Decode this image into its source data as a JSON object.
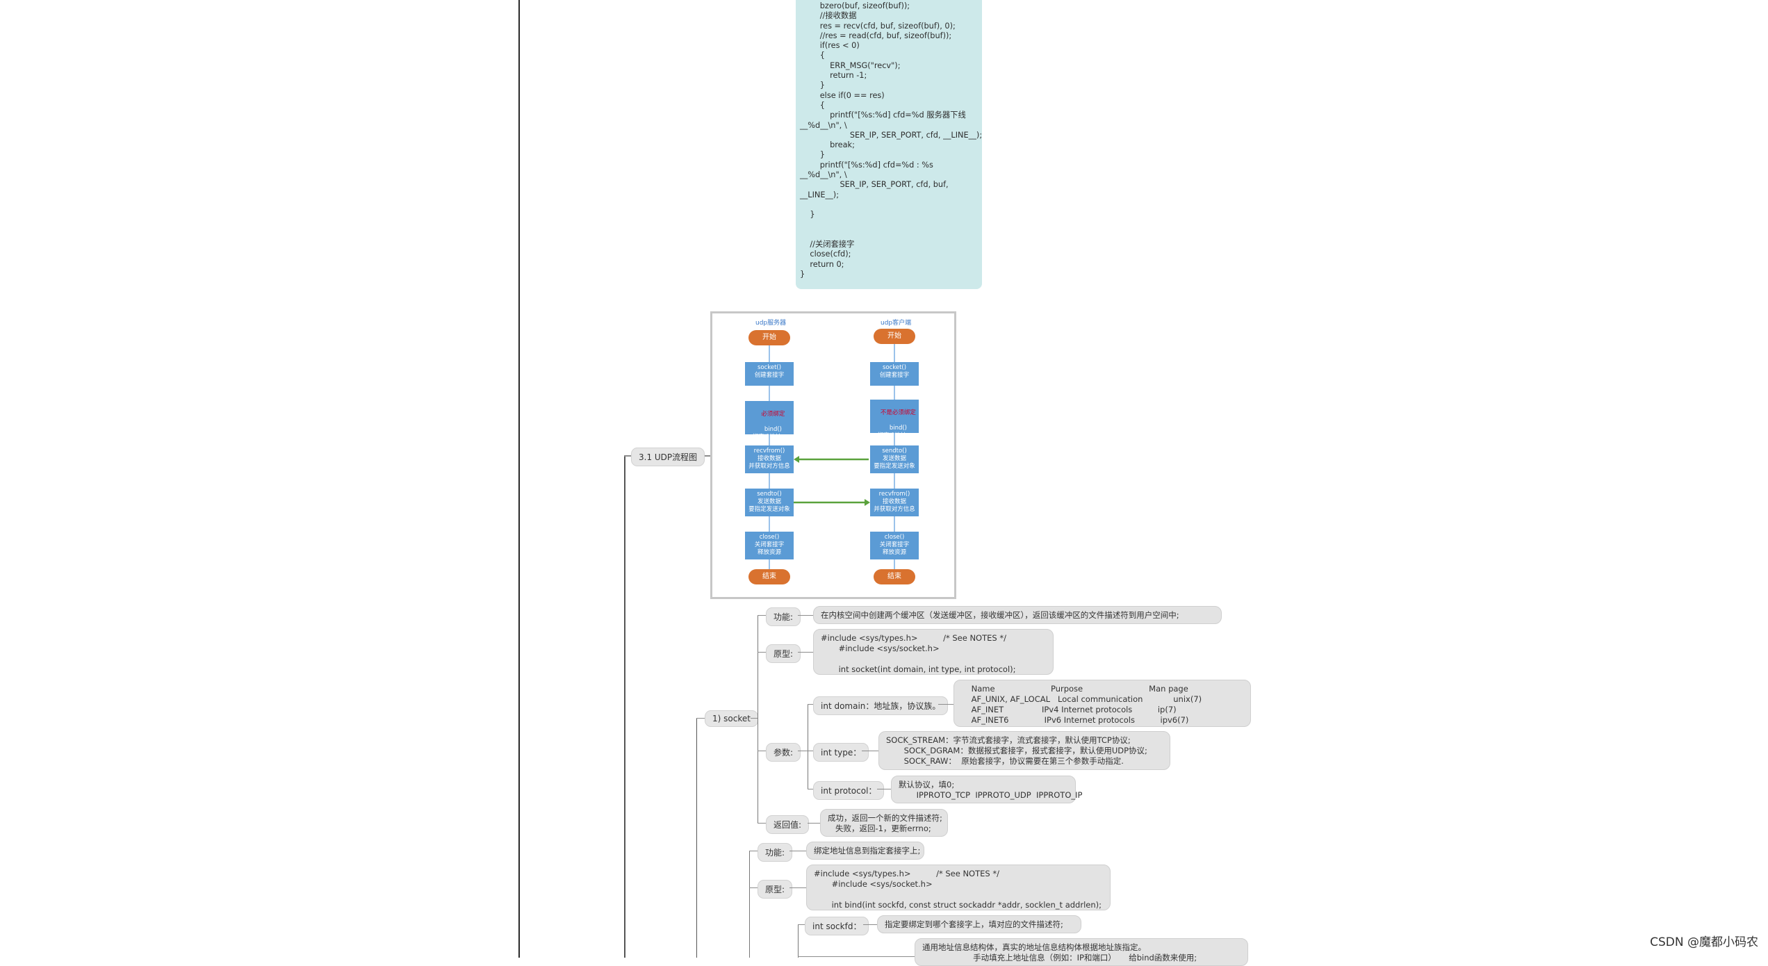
{
  "code_lines": [
    "        bzero(buf, sizeof(buf));",
    "        //接收数据",
    "        res = recv(cfd, buf, sizeof(buf), 0);",
    "        //res = read(cfd, buf, sizeof(buf));",
    "        if(res < 0)",
    "        {",
    "            ERR_MSG(\"recv\");",
    "            return -1;",
    "        }",
    "        else if(0 == res)",
    "        {",
    "            printf(\"[%s:%d] cfd=%d 服务器下线",
    "__%d__\\n\", \\",
    "                    SER_IP, SER_PORT, cfd, __LINE__);",
    "            break;",
    "        }",
    "        printf(\"[%s:%d] cfd=%d : %s",
    "__%d__\\n\", \\",
    "                SER_IP, SER_PORT, cfd, buf,",
    "__LINE__);",
    "",
    "    }",
    "",
    "",
    "    //关闭套接字",
    "    close(cfd);",
    "    return 0;",
    "}"
  ],
  "flowchart": {
    "server_title": "udp服务器",
    "client_title": "udp客户端",
    "start": "开始",
    "end": "结束",
    "server": {
      "socket": "socket()\n创建套接字",
      "bind_note": "必须绑定",
      "bind": "bind()\n绑定IP地址+\n端口号",
      "recvfrom": "recvfrom()\n接收数据\n并获取对方信息",
      "sendto": "sendto()\n发送数据\n要指定发送对象",
      "close": "close()\n关闭套接字\n释放资源"
    },
    "client": {
      "socket": "socket()\n创建套接字",
      "bind_note": "不是必须绑定",
      "bind": "bind()\n绑定IP地址+\n端口号",
      "sendto": "sendto()\n发送数据\n要指定发送对象",
      "recvfrom": "recvfrom()\n接收数据\n并获取对方信息",
      "close": "close()\n关闭套接字\n释放资源"
    }
  },
  "nodes": {
    "udp_flow": "3.1 UDP流程图",
    "socket": "1) socket",
    "sock_func_label": "功能:",
    "sock_func": "在内核空间中创建两个缓冲区（发送缓冲区，接收缓冲区），返回该缓冲区的文件描述符到用户空间中;",
    "sock_proto_label": "原型:",
    "sock_proto": "#include <sys/types.h>          /* See NOTES */\n       #include <sys/socket.h>\n\n       int socket(int domain, int type, int protocol);",
    "sock_param_label": "参数:",
    "domain_label": "int domain：地址族，协议族。",
    "domain_table": "    Name                      Purpose                          Man page\n    AF_UNIX, AF_LOCAL   Local communication            unix(7)\n    AF_INET               IPv4 Internet protocols          ip(7)\n    AF_INET6              IPv6 Internet protocols          ipv6(7)",
    "type_label": "int type：",
    "type_desc": "SOCK_STREAM：字节流式套接字，流式套接字，默认使用TCP协议;\n       SOCK_DGRAM：数据报式套接字，报式套接字，默认使用UDP协议;\n       SOCK_RAW：  原始套接字，协议需要在第三个参数手动指定.",
    "protocol_label": "int protocol：",
    "protocol_desc": "默认协议，填0;\n       IPPROTO_TCP  IPPROTO_UDP  IPPROTO_IP",
    "sock_ret_label": "返回值:",
    "sock_ret": "成功，返回一个新的文件描述符;\n   失败，返回-1，更新errno;",
    "bind_func_label": "功能:",
    "bind_func": "绑定地址信息到指定套接字上;",
    "bind_proto_label": "原型:",
    "bind_proto": "#include <sys/types.h>          /* See NOTES */\n       #include <sys/socket.h>\n\n       int bind(int sockfd, const struct sockaddr *addr, socklen_t addrlen);",
    "sockfd_label": "int sockfd：",
    "sockfd_desc": "指定要绑定到哪个套接字上，填对应的文件描述符;",
    "sockaddr_desc": "通用地址信息结构体，真实的地址信息结构体根据地址族指定。\n                    手动填充上地址信息（例如：IP和端口）     给bind函数来使用;"
  },
  "watermark": "CSDN @魔都小码农"
}
